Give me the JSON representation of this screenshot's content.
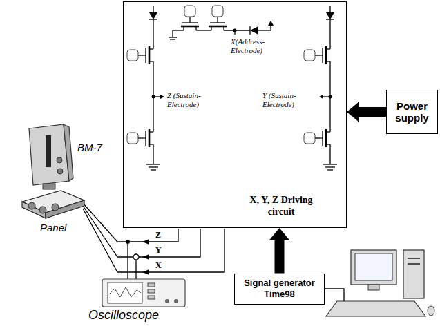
{
  "diagram": {
    "nodes": [
      {
        "text": [
          "X, Y, Z Driving circuit"
        ]
      },
      {
        "text": [
          "Power supply"
        ]
      },
      {
        "text": [
          "Signal generator Time98"
        ]
      }
    ],
    "edges": [
      {
        "from": 1,
        "to": 0,
        "arrow": "to"
      },
      {
        "from": 2,
        "to": 0,
        "arrow": "to"
      }
    ],
    "labels": [
      "X(Address- Electrode)",
      "Z (Sustain- Electrode)",
      "Y (Sustain- Electrode)",
      "BM-7",
      "Z",
      "Y",
      "X",
      "Panel",
      "Oscilloscope"
    ]
  }
}
